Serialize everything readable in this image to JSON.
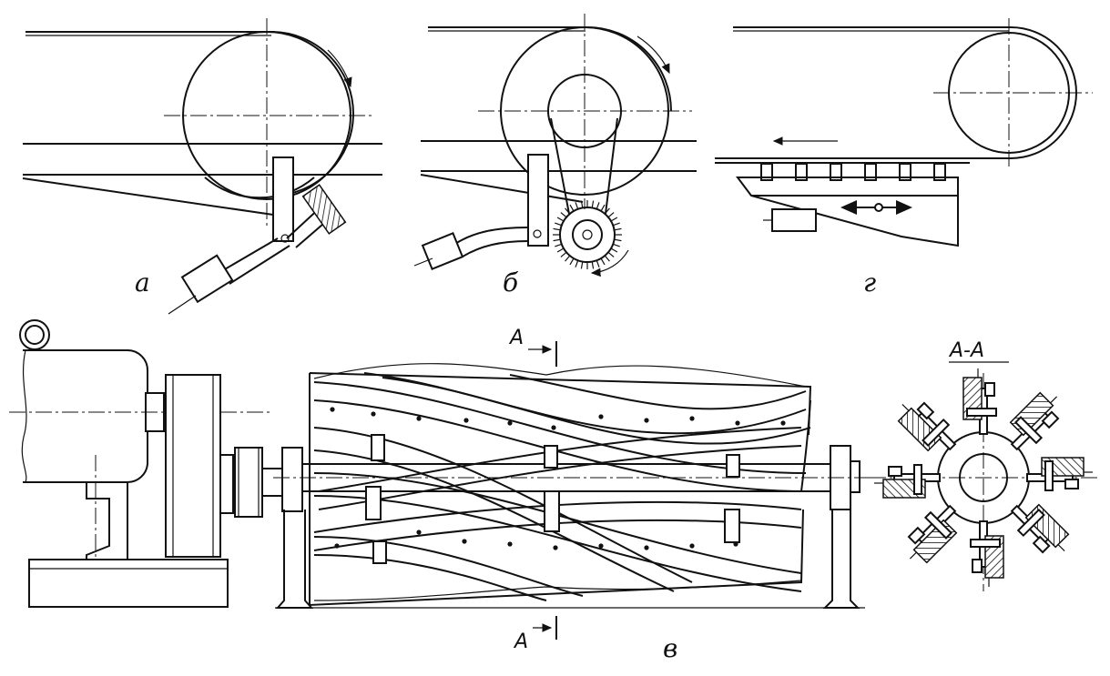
{
  "labels": {
    "fig_a": "а",
    "fig_b": "б",
    "fig_v": "в",
    "fig_g": "г",
    "section_top": "А",
    "section_bottom": "А",
    "section_title": "А-А"
  }
}
